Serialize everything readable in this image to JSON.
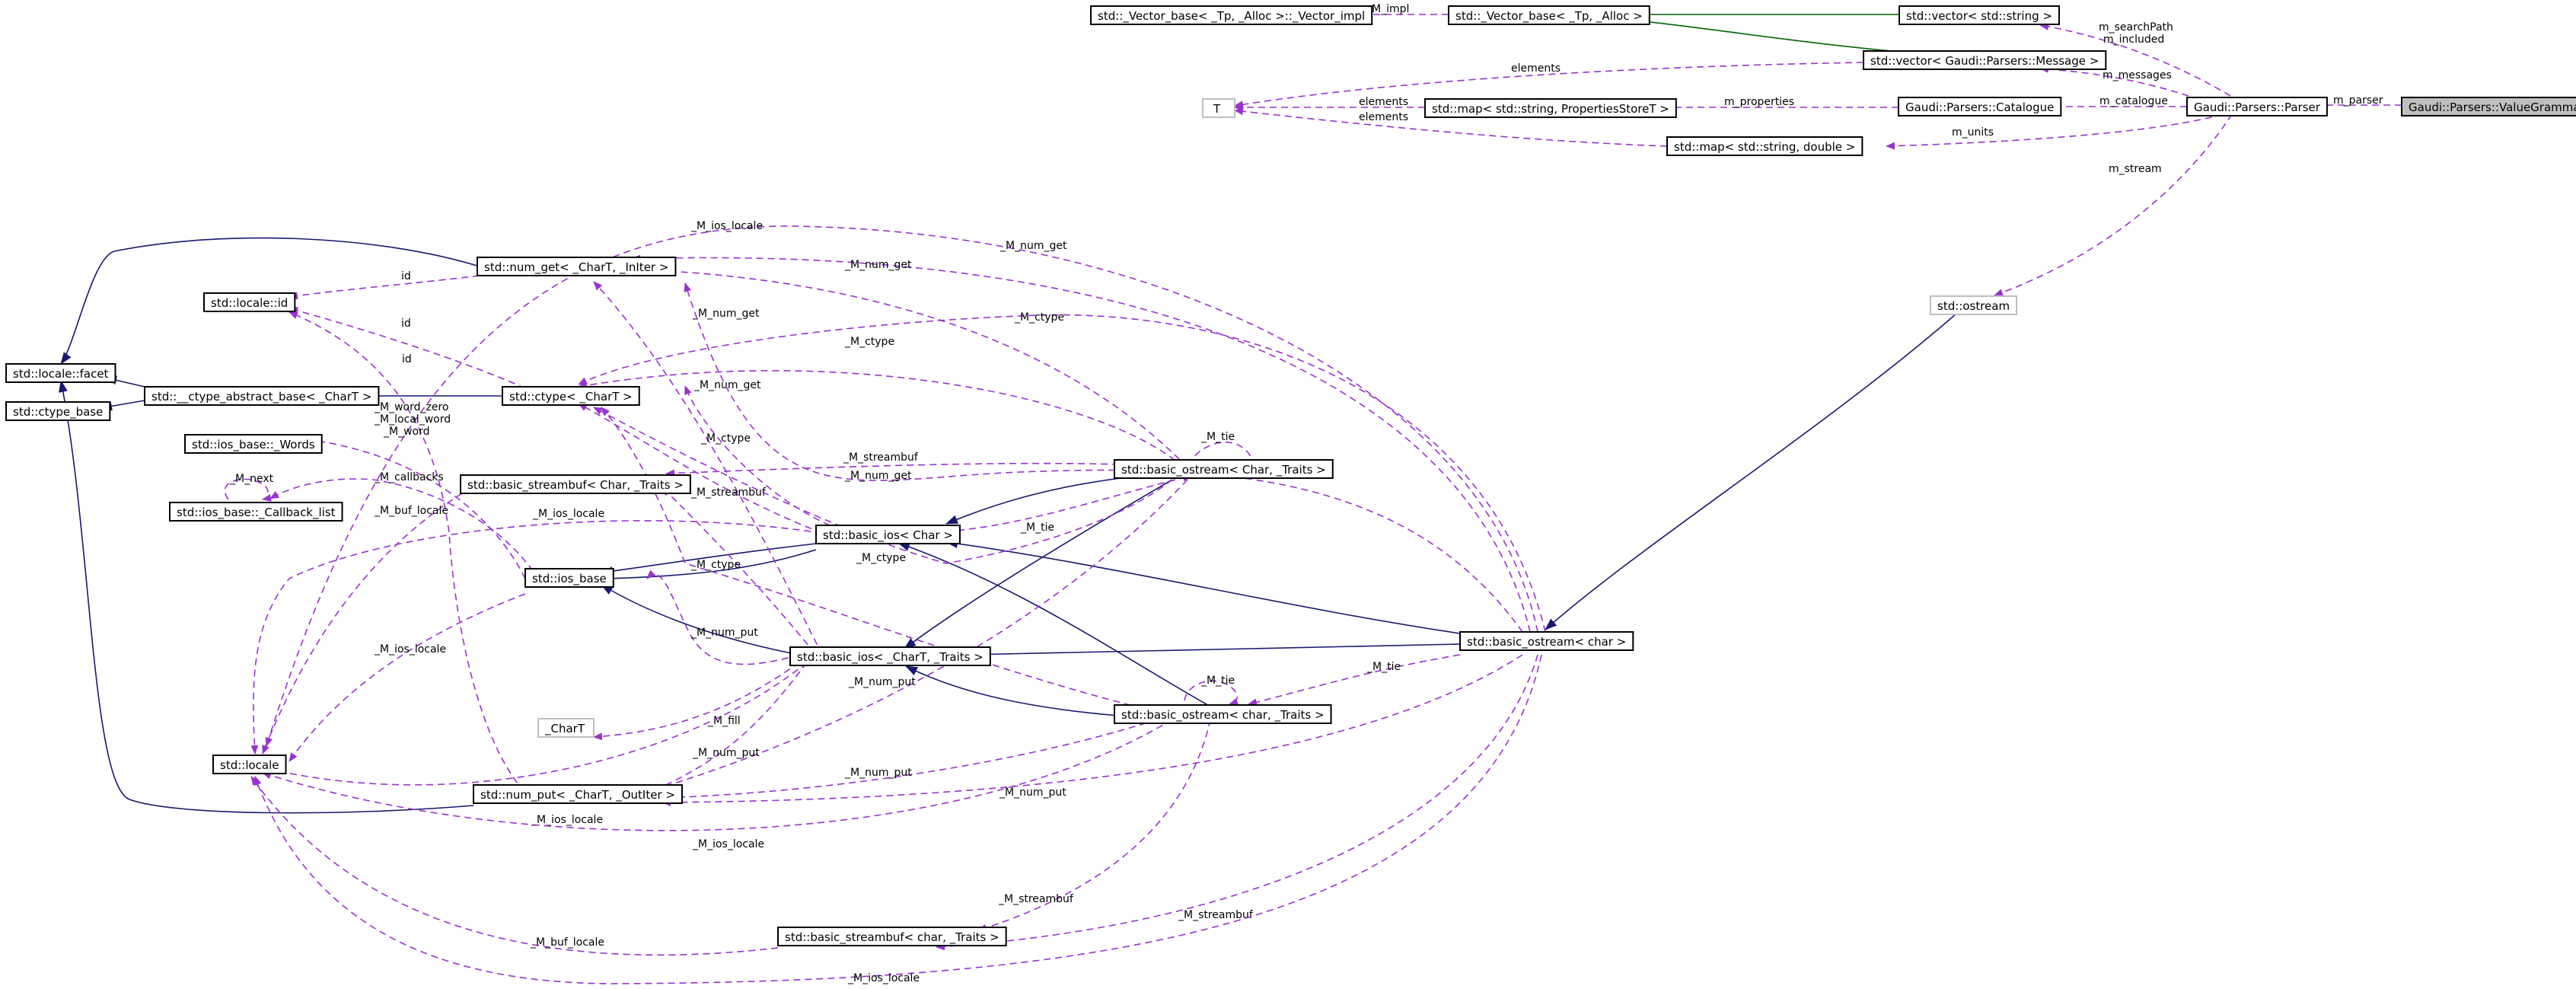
{
  "colors": {
    "usage_edge": "#9a32cd",
    "inherit_edge": "#191970",
    "template_edge": "#006400",
    "focus_fill": "#bfbfbf"
  },
  "nodes": {
    "value_grammar": "Gaudi::Parsers::ValueGrammar",
    "parser": "Gaudi::Parsers::Parser",
    "catalogue": "Gaudi::Parsers::Catalogue",
    "vector_string": "std::vector< std::string >",
    "vector_message": "std::vector< Gaudi::Parsers::Message >",
    "vector_base": "std::_Vector_base< _Tp, _Alloc >",
    "vector_impl": "std::_Vector_base< _Tp, _Alloc >::_Vector_impl",
    "t": "T",
    "map_props": "std::map< std::string, PropertiesStoreT >",
    "map_double": "std::map< std::string, double >",
    "ostream": "std::ostream",
    "locale_facet": "std::locale::facet",
    "ctype_base": "std::ctype_base",
    "locale_id": "std::locale::id",
    "num_get": "std::num_get< _CharT, _InIter >",
    "ctype_abstract": "std::__ctype_abstract_base< _CharT >",
    "ctype": "std::ctype< _CharT >",
    "ios_words": "std::ios_base::_Words",
    "callback_list": "std::ios_base::_Callback_list",
    "streambuf_Char": "std::basic_streambuf< Char, _Traits >",
    "ostream_Char": "std::basic_ostream< Char, _Traits >",
    "basic_ios_Char": "std::basic_ios< Char >",
    "ios_base": "std::ios_base",
    "basic_ostream_char": "std::basic_ostream< char >",
    "basic_ios_CharT": "std::basic_ios< _CharT, _Traits >",
    "charT": "_CharT",
    "ostream_char": "std::basic_ostream< char, _Traits >",
    "locale": "std::locale",
    "num_put": "std::num_put< _CharT, _OutIter >",
    "streambuf_char": "std::basic_streambuf< char, _Traits >"
  },
  "edge_labels": {
    "m_parser": "m_parser",
    "m_impl": "_M_impl",
    "elements_1": "elements",
    "elements_2": "elements",
    "elements_3": "elements",
    "m_searchpath": "m_searchPath",
    "m_included": "m_included",
    "m_messages": "m_messages",
    "m_catalogue": "m_catalogue",
    "m_properties": "m_properties",
    "m_units": "m_units",
    "m_stream": "m_stream",
    "ios_locale_top": "_M_ios_locale",
    "num_get_top": "_M_num_get",
    "id_1": "id",
    "id_2": "id",
    "id_3": "id",
    "num_get_2": "_M_num_get",
    "ctype_top": "_M_ctype",
    "num_get_3": "_M_num_get",
    "ctype_2": "_M_ctype",
    "num_get_4": "_M_num_get",
    "word_zero": "_M_word_zero",
    "local_word": "_M_local_word",
    "m_word": "_M_word",
    "m_tie_1": "_M_tie",
    "ctype_3": "_M_ctype",
    "streambuf_1": "_M_streambuf",
    "num_get_5": "_M_num_get",
    "callbacks": "_M_callbacks",
    "m_next": "_M_next",
    "streambuf_2": "_M_streambuf",
    "buf_locale_1": "_M_buf_locale",
    "ios_locale_2": "_M_ios_locale",
    "m_tie_2": "_M_tie",
    "ctype_4": "_M_ctype",
    "ctype_5": "_M_ctype",
    "num_put_1": "_M_num_put",
    "ios_locale_3": "_M_ios_locale",
    "m_tie_3": "_M_tie",
    "m_tie_4": "_M_tie",
    "num_put_2": "_M_num_put",
    "m_fill": "_M_fill",
    "num_put_3": "_M_num_put",
    "num_put_4": "_M_num_put",
    "num_put_5": "_M_num_put",
    "ios_locale_4": "_M_ios_locale",
    "ios_locale_5": "_M_ios_locale",
    "streambuf_3": "_M_streambuf",
    "streambuf_4": "_M_streambuf",
    "buf_locale_2": "_M_buf_locale",
    "ios_locale_6": "_M_ios_locale"
  }
}
